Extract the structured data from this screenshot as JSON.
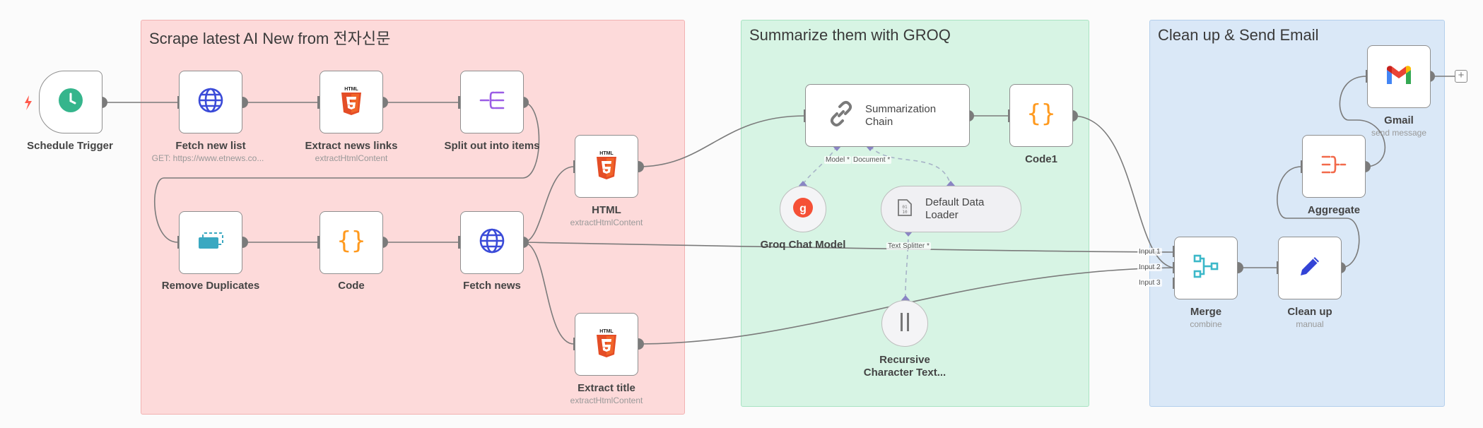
{
  "groups": {
    "scrape_title": "Scrape latest AI New from 전자신문",
    "summarize_title": "Summarize them with GROQ",
    "send_title": "Clean up & Send Email"
  },
  "nodes": {
    "schedule_trigger": {
      "label": "Schedule Trigger"
    },
    "fetch_new_list": {
      "label": "Fetch new list",
      "subtitle": "GET: https://www.etnews.co..."
    },
    "extract_news_links": {
      "label": "Extract news links",
      "subtitle": "extractHtmlContent"
    },
    "split_out_items": {
      "label": "Split out into items"
    },
    "remove_duplicates": {
      "label": "Remove Duplicates"
    },
    "code": {
      "label": "Code"
    },
    "fetch_news": {
      "label": "Fetch news"
    },
    "html": {
      "label": "HTML",
      "subtitle": "extractHtmlContent"
    },
    "extract_title": {
      "label": "Extract title",
      "subtitle": "extractHtmlContent"
    },
    "summarization_chain": {
      "label_line1": "Summarization",
      "label_line2": "Chain"
    },
    "code1": {
      "label": "Code1"
    },
    "groq_chat_model": {
      "label": "Groq Chat Model"
    },
    "default_data_loader": {
      "label_line1": "Default Data",
      "label_line2": "Loader"
    },
    "recursive_text_splitter": {
      "label_line1": "Recursive",
      "label_line2": "Character Text..."
    },
    "merge": {
      "label": "Merge",
      "subtitle": "combine"
    },
    "clean_up": {
      "label": "Clean up",
      "subtitle": "manual"
    },
    "aggregate": {
      "label": "Aggregate"
    },
    "gmail": {
      "label": "Gmail",
      "subtitle": "send message"
    }
  },
  "ports": {
    "model": "Model *",
    "document": "Document *",
    "text_splitter": "Text Splitter *",
    "input1": "Input 1",
    "input2": "Input 2",
    "input3": "Input 3"
  },
  "add_button": "+",
  "colors": {
    "trigger_green": "#35b58c",
    "trigger_bolt": "#ff5a4d",
    "globe_blue": "#3b4bd8",
    "html_orange": "#e44d26",
    "split_purple": "#9b5de5",
    "dedupe_teal": "#3aa8c1",
    "code_orange": "#ff9a1f",
    "groq_red": "#f55036",
    "merge_teal": "#3cb8c9",
    "edit_blue": "#3343d6",
    "aggregate_red": "#f26a4b",
    "edge_gray": "#7b7b7b",
    "subnode_edge": "#a7b3c7",
    "port_diamond": "#8a85c4"
  },
  "icons": {
    "schedule_trigger": "clock-icon",
    "fetch": "globe-icon",
    "html": "html5-icon",
    "split": "split-items-icon",
    "remove_duplicates": "dedupe-icon",
    "code": "braces-icon",
    "chain": "link-icon",
    "groq": "groq-icon",
    "loader": "binary-file-icon",
    "splitter": "pause-bars-icon",
    "merge": "merge-icon",
    "clean_up": "pencil-icon",
    "aggregate": "aggregate-icon",
    "gmail": "gmail-icon"
  }
}
